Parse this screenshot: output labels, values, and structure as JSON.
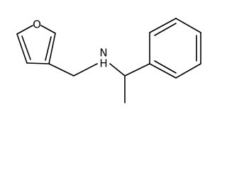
{
  "structure": {
    "atoms": [
      {
        "id": "o1",
        "label": "O"
      },
      {
        "id": "n1",
        "label": "N"
      },
      {
        "id": "h1",
        "label": "H"
      }
    ]
  }
}
